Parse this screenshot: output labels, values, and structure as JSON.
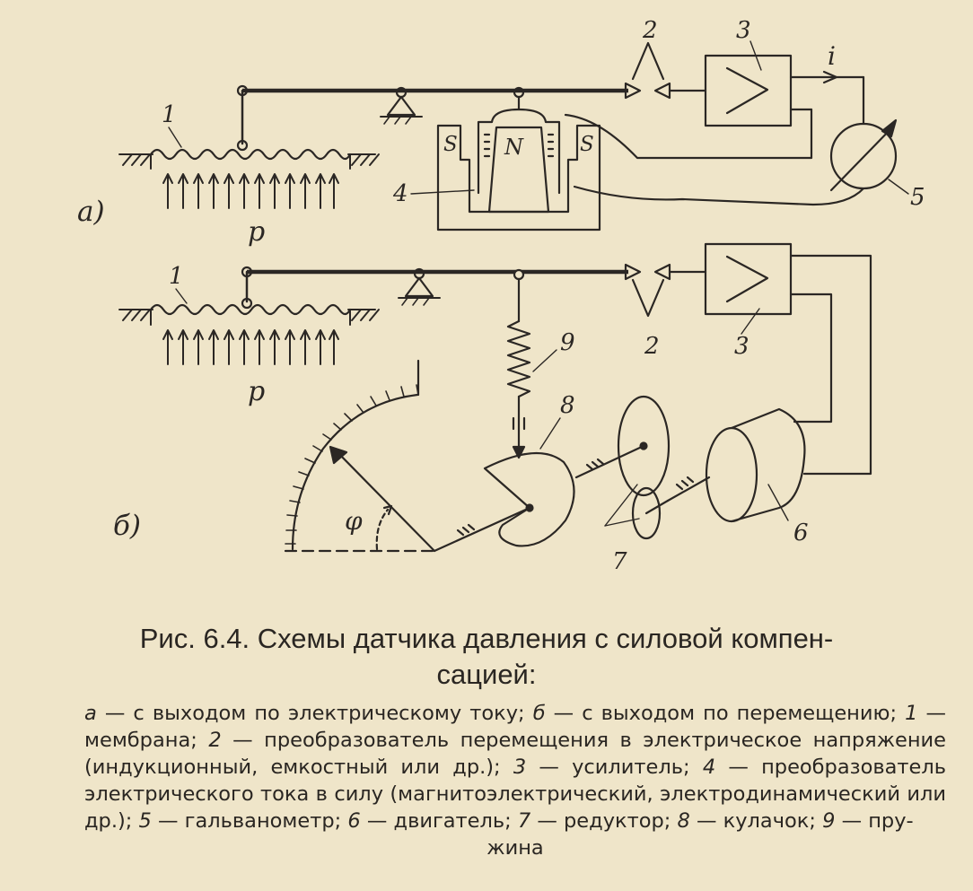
{
  "labels": {
    "panel_a": "а)",
    "panel_b": "б)",
    "pressure_a": "p",
    "pressure_b": "p",
    "current": "i",
    "pole_s": "S",
    "pole_n": "N",
    "angle": "φ",
    "n1": "1",
    "n2": "2",
    "n3": "3",
    "n4": "4",
    "n5": "5",
    "n6": "6",
    "n7": "7",
    "n8": "8",
    "n9": "9"
  },
  "caption": {
    "line1": "Рис. 6.4. Схемы датчика давления с силовой компен-",
    "line2": "сацией:"
  },
  "legend": [
    {
      "mark": "а",
      "text": " — с выходом по электрическому току; "
    },
    {
      "mark": "б",
      "text": " — с выходом по пере­мещению; "
    },
    {
      "mark": "1",
      "text": " — мембрана; "
    },
    {
      "mark": "2",
      "text": " — преобразователь перемещения в электрическое напряжение (индукционный, емкостный или др.); "
    },
    {
      "mark": "3",
      "text": " — усилитель; "
    },
    {
      "mark": "4",
      "text": " — преобразователь электрического тока в силу (магнитоэлектрический, электродинамический или др.); "
    },
    {
      "mark": "5",
      "text": " — галь­ванометр; "
    },
    {
      "mark": "6",
      "text": " — двигатель; "
    },
    {
      "mark": "7",
      "text": " — редуктор; "
    },
    {
      "mark": "8",
      "text": " — кулачок; "
    },
    {
      "mark": "9",
      "text": " — пру-"
    }
  ],
  "legend_last": "жина"
}
